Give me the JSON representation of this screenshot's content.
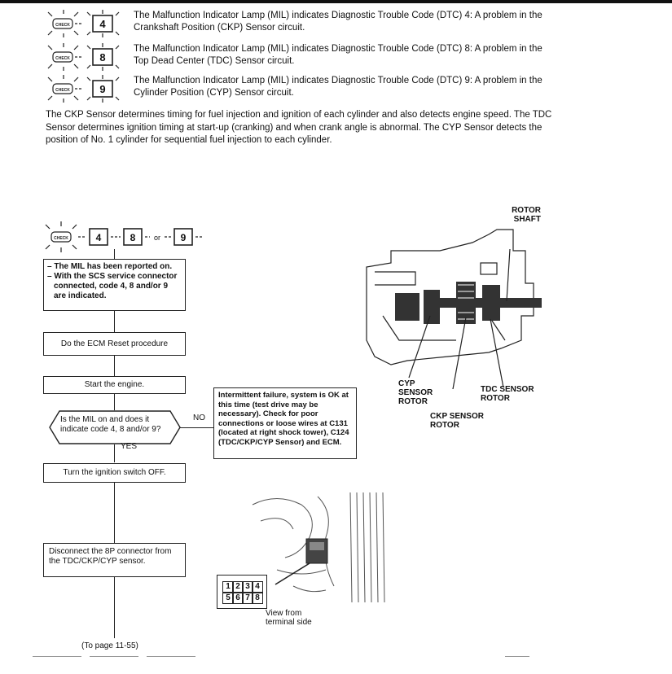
{
  "header": {
    "dtc_rows": [
      {
        "code": "4",
        "text": "The Malfunction Indicator Lamp (MIL) indicates Diagnostic Trouble Code (DTC) 4: A problem in the Crankshaft Position (CKP) Sensor circuit."
      },
      {
        "code": "8",
        "text": "The Malfunction Indicator Lamp (MIL) indicates Diagnostic Trouble Code (DTC) 8: A problem in the Top Dead Center (TDC) Sensor circuit."
      },
      {
        "code": "9",
        "text": "The Malfunction Indicator Lamp (MIL) indicates Diagnostic Trouble Code (DTC) 9: A problem in the Cylinder Position (CYP) Sensor circuit."
      }
    ],
    "check_label": "CHECK"
  },
  "description": "The CKP Sensor determines timing for fuel injection and ignition of each cylinder and also detects engine speed. The TDC Sensor determines ignition timing at start-up (cranking) and when crank angle is abnormal. The CYP Sensor detects the position of No. 1 cylinder for sequential fuel injection to each cylinder.",
  "flowchart": {
    "codes": {
      "c1": "4",
      "c2": "8",
      "or": "or",
      "c3": "9"
    },
    "start_box": {
      "line1": "– The MIL has been reported on.",
      "line2": "– With the SCS service connector connected, code 4, 8 and/or 9 are indicated."
    },
    "step_reset": "Do the ECM Reset procedure",
    "step_start": "Start the engine.",
    "decision": "Is the MIL on and does it indicate code 4, 8 and/or 9?",
    "no_label": "NO",
    "yes_label": "YES",
    "no_result": "Intermittent failure, system is OK at this time (test drive may be necessary). Check for poor connections or loose wires at C131 (located at right shock tower), C124 (TDC/CKP/CYP Sensor) and ECM.",
    "step_ignition": "Turn the ignition switch OFF.",
    "step_disconnect": "Disconnect the 8P connector from the TDC/CKP/CYP sensor.",
    "to_page": "(To page 11-55)"
  },
  "diagram": {
    "rotor_shaft": "ROTOR SHAFT",
    "cyp_rotor": "CYP SENSOR ROTOR",
    "tdc_rotor": "TDC SENSOR ROTOR",
    "ckp_rotor": "CKP SENSOR ROTOR"
  },
  "connector": {
    "pins_top": [
      "1",
      "2",
      "3",
      "4"
    ],
    "pins_bottom": [
      "5",
      "6",
      "7",
      "8"
    ],
    "view_label": "View from terminal side"
  }
}
